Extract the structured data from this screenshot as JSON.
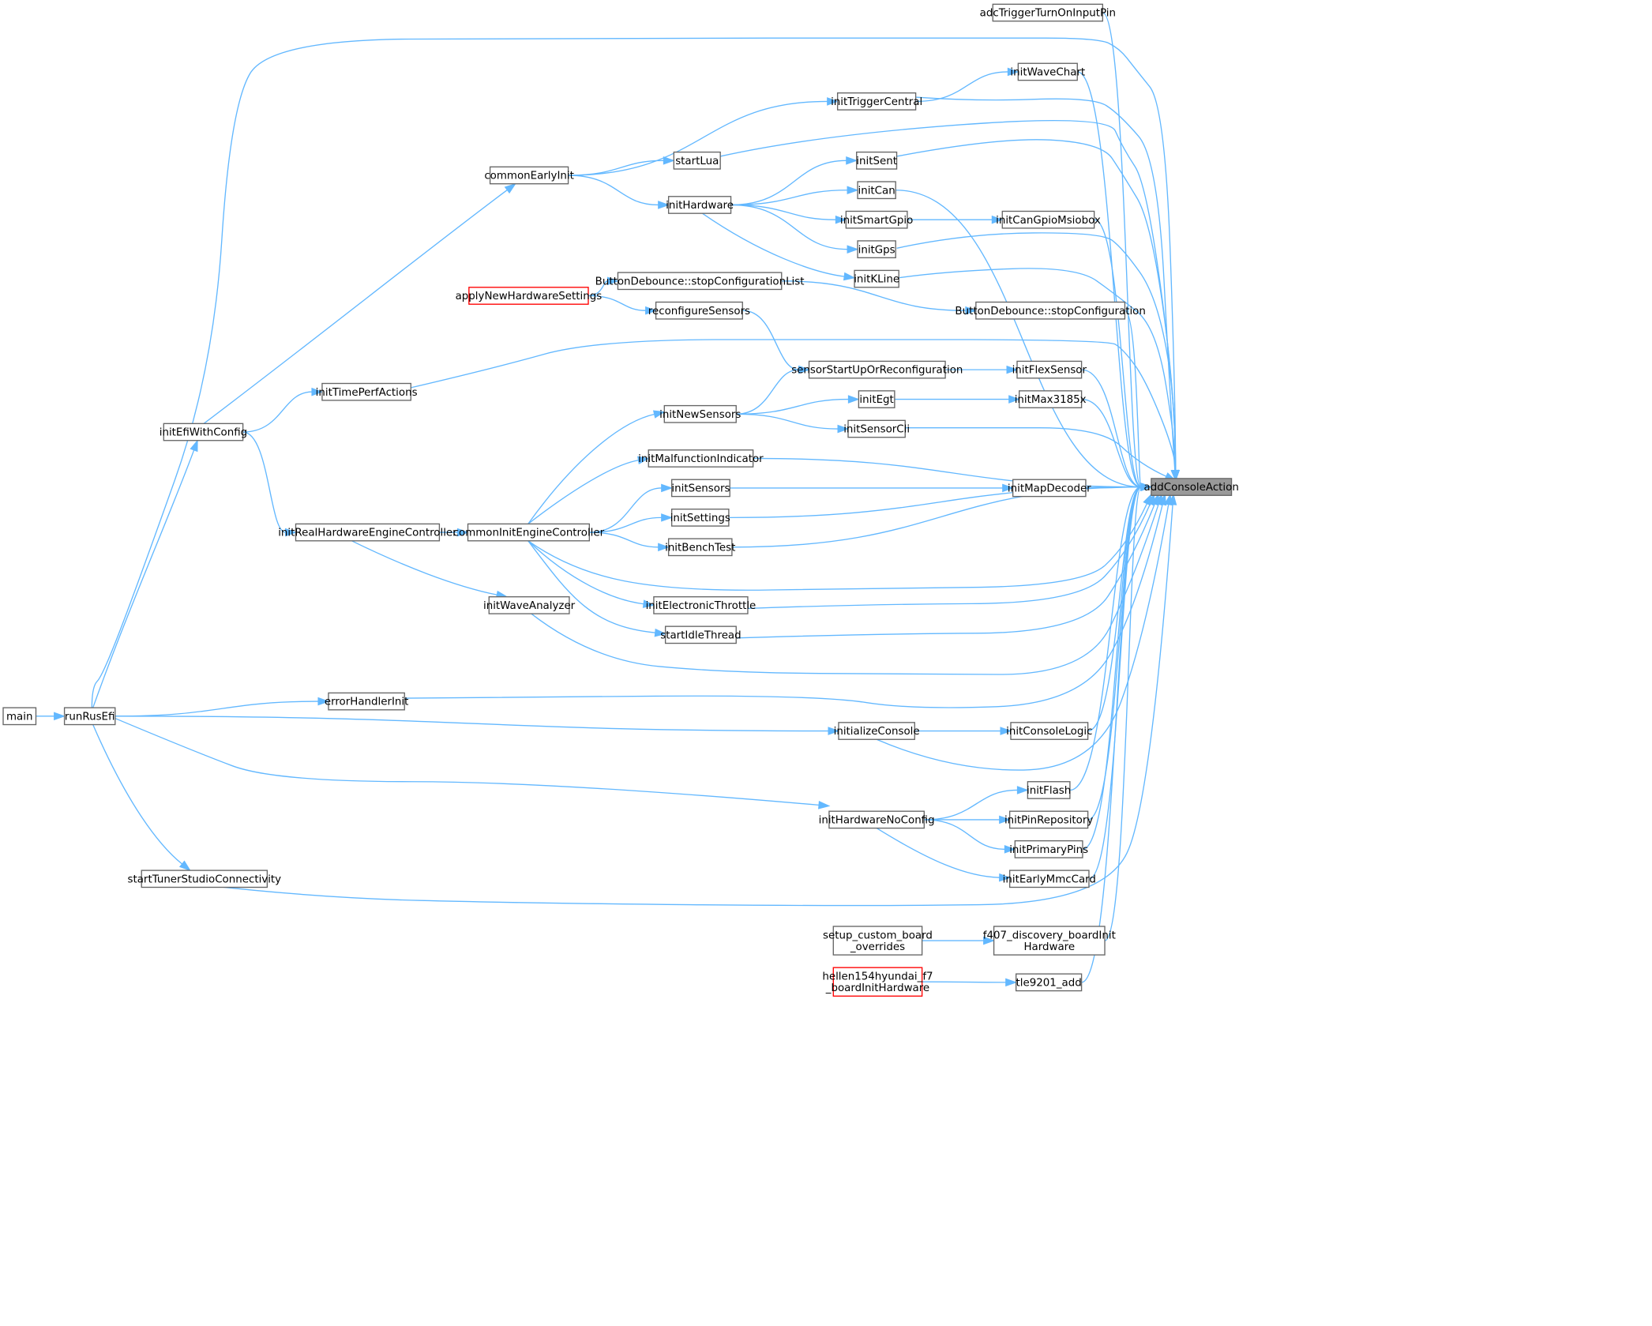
{
  "graph": {
    "target": "addConsoleAction",
    "nodes": [
      {
        "id": "addConsoleAction",
        "lines": [
          "addConsoleAction"
        ],
        "style": "target"
      },
      {
        "id": "adcTriggerTurnOnInputPin",
        "lines": [
          "adcTriggerTurnOnInputPin"
        ]
      },
      {
        "id": "initWaveChart",
        "lines": [
          "initWaveChart"
        ]
      },
      {
        "id": "initTriggerCentral",
        "lines": [
          "initTriggerCentral"
        ]
      },
      {
        "id": "startLua",
        "lines": [
          "startLua"
        ]
      },
      {
        "id": "commonEarlyInit",
        "lines": [
          "commonEarlyInit"
        ]
      },
      {
        "id": "initSent",
        "lines": [
          "initSent"
        ]
      },
      {
        "id": "initCan",
        "lines": [
          "initCan"
        ]
      },
      {
        "id": "initHardware",
        "lines": [
          "initHardware"
        ]
      },
      {
        "id": "initSmartGpio",
        "lines": [
          "initSmartGpio"
        ]
      },
      {
        "id": "initCanGpioMsiobox",
        "lines": [
          "initCanGpioMsiobox"
        ]
      },
      {
        "id": "initGps",
        "lines": [
          "initGps"
        ]
      },
      {
        "id": "initKLine",
        "lines": [
          "initKLine"
        ]
      },
      {
        "id": "stopConfigurationList",
        "lines": [
          "ButtonDebounce::stopConfigurationList"
        ]
      },
      {
        "id": "applyNewHardwareSettings",
        "lines": [
          "applyNewHardwareSettings"
        ],
        "style": "red"
      },
      {
        "id": "stopConfiguration",
        "lines": [
          "ButtonDebounce::stopConfiguration"
        ]
      },
      {
        "id": "reconfigureSensors",
        "lines": [
          "reconfigureSensors"
        ]
      },
      {
        "id": "sensorStartUpOrReconfiguration",
        "lines": [
          "sensorStartUpOrReconfiguration"
        ]
      },
      {
        "id": "initFlexSensor",
        "lines": [
          "initFlexSensor"
        ]
      },
      {
        "id": "initTimePerfActions",
        "lines": [
          "initTimePerfActions"
        ]
      },
      {
        "id": "initEgt",
        "lines": [
          "initEgt"
        ]
      },
      {
        "id": "initMax3185x",
        "lines": [
          "initMax3185x"
        ]
      },
      {
        "id": "initNewSensors",
        "lines": [
          "initNewSensors"
        ]
      },
      {
        "id": "initEfiWithConfig",
        "lines": [
          "initEfiWithConfig"
        ]
      },
      {
        "id": "initSensorCli",
        "lines": [
          "initSensorCli"
        ]
      },
      {
        "id": "initMalfunctionIndicator",
        "lines": [
          "initMalfunctionIndicator"
        ]
      },
      {
        "id": "initSensors",
        "lines": [
          "initSensors"
        ]
      },
      {
        "id": "initMapDecoder",
        "lines": [
          "initMapDecoder"
        ]
      },
      {
        "id": "initSettings",
        "lines": [
          "initSettings"
        ]
      },
      {
        "id": "initRealHardwareEngineController",
        "lines": [
          "initRealHardwareEngineController"
        ]
      },
      {
        "id": "commonInitEngineController",
        "lines": [
          "commonInitEngineController"
        ]
      },
      {
        "id": "initBenchTest",
        "lines": [
          "initBenchTest"
        ]
      },
      {
        "id": "initWaveAnalyzer",
        "lines": [
          "initWaveAnalyzer"
        ]
      },
      {
        "id": "initElectronicThrottle",
        "lines": [
          "initElectronicThrottle"
        ]
      },
      {
        "id": "startIdleThread",
        "lines": [
          "startIdleThread"
        ]
      },
      {
        "id": "errorHandlerInit",
        "lines": [
          "errorHandlerInit"
        ]
      },
      {
        "id": "main",
        "lines": [
          "main"
        ]
      },
      {
        "id": "runRusEfi",
        "lines": [
          "runRusEfi"
        ]
      },
      {
        "id": "initializeConsole",
        "lines": [
          "initializeConsole"
        ]
      },
      {
        "id": "initConsoleLogic",
        "lines": [
          "initConsoleLogic"
        ]
      },
      {
        "id": "initFlash",
        "lines": [
          "initFlash"
        ]
      },
      {
        "id": "initHardwareNoConfig",
        "lines": [
          "initHardwareNoConfig"
        ]
      },
      {
        "id": "initPinRepository",
        "lines": [
          "initPinRepository"
        ]
      },
      {
        "id": "initPrimaryPins",
        "lines": [
          "initPrimaryPins"
        ]
      },
      {
        "id": "initEarlyMmcCard",
        "lines": [
          "initEarlyMmcCard"
        ]
      },
      {
        "id": "startTunerStudioConnectivity",
        "lines": [
          "startTunerStudioConnectivity"
        ]
      },
      {
        "id": "setup_custom_board_overrides",
        "lines": [
          "setup_custom_board",
          "_overrides"
        ]
      },
      {
        "id": "f407_discovery_boardInitHardware",
        "lines": [
          "f407_discovery_boardInit",
          "Hardware"
        ]
      },
      {
        "id": "hellen154hyundai_f7_boardInitHardware",
        "lines": [
          "hellen154hyundai_f7",
          "_boardInitHardware"
        ],
        "style": "red"
      },
      {
        "id": "tle9201_add",
        "lines": [
          "tle9201_add"
        ]
      }
    ],
    "edges": [
      {
        "from": "adcTriggerTurnOnInputPin",
        "to": "addConsoleAction"
      },
      {
        "from": "runRusEfi",
        "to": "addConsoleAction"
      },
      {
        "from": "initWaveChart",
        "to": "addConsoleAction"
      },
      {
        "from": "initTriggerCentral",
        "to": "initWaveChart"
      },
      {
        "from": "initTriggerCentral",
        "to": "addConsoleAction"
      },
      {
        "from": "commonEarlyInit",
        "to": "initTriggerCentral"
      },
      {
        "from": "startLua",
        "to": "addConsoleAction"
      },
      {
        "from": "commonEarlyInit",
        "to": "startLua"
      },
      {
        "from": "initSent",
        "to": "addConsoleAction"
      },
      {
        "from": "initHardware",
        "to": "initSent"
      },
      {
        "from": "commonEarlyInit",
        "to": "initHardware"
      },
      {
        "from": "initCan",
        "to": "addConsoleAction"
      },
      {
        "from": "initHardware",
        "to": "initCan"
      },
      {
        "from": "initCanGpioMsiobox",
        "to": "addConsoleAction"
      },
      {
        "from": "initSmartGpio",
        "to": "initCanGpioMsiobox"
      },
      {
        "from": "initHardware",
        "to": "initSmartGpio"
      },
      {
        "from": "initGps",
        "to": "addConsoleAction"
      },
      {
        "from": "initHardware",
        "to": "initGps"
      },
      {
        "from": "initKLine",
        "to": "addConsoleAction"
      },
      {
        "from": "initHardware",
        "to": "initKLine"
      },
      {
        "from": "stopConfiguration",
        "to": "addConsoleAction"
      },
      {
        "from": "stopConfigurationList",
        "to": "stopConfiguration"
      },
      {
        "from": "applyNewHardwareSettings",
        "to": "stopConfigurationList"
      },
      {
        "from": "applyNewHardwareSettings",
        "to": "reconfigureSensors"
      },
      {
        "from": "reconfigureSensors",
        "to": "sensorStartUpOrReconfiguration"
      },
      {
        "from": "initTimePerfActions",
        "to": "addConsoleAction"
      },
      {
        "from": "initFlexSensor",
        "to": "addConsoleAction"
      },
      {
        "from": "sensorStartUpOrReconfiguration",
        "to": "initFlexSensor"
      },
      {
        "from": "initNewSensors",
        "to": "sensorStartUpOrReconfiguration"
      },
      {
        "from": "initMax3185x",
        "to": "addConsoleAction"
      },
      {
        "from": "initEgt",
        "to": "initMax3185x"
      },
      {
        "from": "initNewSensors",
        "to": "initEgt"
      },
      {
        "from": "initSensorCli",
        "to": "addConsoleAction"
      },
      {
        "from": "initNewSensors",
        "to": "initSensorCli"
      },
      {
        "from": "commonInitEngineController",
        "to": "initNewSensors"
      },
      {
        "from": "initEfiWithConfig",
        "to": "initTimePerfActions"
      },
      {
        "from": "initEfiWithConfig",
        "to": "commonEarlyInit"
      },
      {
        "from": "initMalfunctionIndicator",
        "to": "addConsoleAction"
      },
      {
        "from": "commonInitEngineController",
        "to": "initMalfunctionIndicator"
      },
      {
        "from": "initMapDecoder",
        "to": "addConsoleAction"
      },
      {
        "from": "initSensors",
        "to": "initMapDecoder"
      },
      {
        "from": "commonInitEngineController",
        "to": "initSensors"
      },
      {
        "from": "initSettings",
        "to": "addConsoleAction"
      },
      {
        "from": "commonInitEngineController",
        "to": "initSettings"
      },
      {
        "from": "initBenchTest",
        "to": "addConsoleAction"
      },
      {
        "from": "commonInitEngineController",
        "to": "initBenchTest"
      },
      {
        "from": "commonInitEngineController",
        "to": "addConsoleAction"
      },
      {
        "from": "initRealHardwareEngineController",
        "to": "commonInitEngineController"
      },
      {
        "from": "initEfiWithConfig",
        "to": "initRealHardwareEngineController"
      },
      {
        "from": "initElectronicThrottle",
        "to": "addConsoleAction"
      },
      {
        "from": "commonInitEngineController",
        "to": "initElectronicThrottle"
      },
      {
        "from": "startIdleThread",
        "to": "addConsoleAction"
      },
      {
        "from": "commonInitEngineController",
        "to": "startIdleThread"
      },
      {
        "from": "initWaveAnalyzer",
        "to": "addConsoleAction"
      },
      {
        "from": "initRealHardwareEngineController",
        "to": "initWaveAnalyzer"
      },
      {
        "from": "runRusEfi",
        "to": "initEfiWithConfig"
      },
      {
        "from": "errorHandlerInit",
        "to": "addConsoleAction"
      },
      {
        "from": "runRusEfi",
        "to": "errorHandlerInit"
      },
      {
        "from": "main",
        "to": "runRusEfi"
      },
      {
        "from": "initConsoleLogic",
        "to": "addConsoleAction"
      },
      {
        "from": "initializeConsole",
        "to": "initConsoleLogic"
      },
      {
        "from": "initializeConsole",
        "to": "addConsoleAction"
      },
      {
        "from": "runRusEfi",
        "to": "initializeConsole"
      },
      {
        "from": "initFlash",
        "to": "addConsoleAction"
      },
      {
        "from": "initHardwareNoConfig",
        "to": "initFlash"
      },
      {
        "from": "runRusEfi",
        "to": "initHardwareNoConfig"
      },
      {
        "from": "initPinRepository",
        "to": "addConsoleAction"
      },
      {
        "from": "initHardwareNoConfig",
        "to": "initPinRepository"
      },
      {
        "from": "initPrimaryPins",
        "to": "addConsoleAction"
      },
      {
        "from": "initHardwareNoConfig",
        "to": "initPrimaryPins"
      },
      {
        "from": "initEarlyMmcCard",
        "to": "addConsoleAction"
      },
      {
        "from": "initHardwareNoConfig",
        "to": "initEarlyMmcCard"
      },
      {
        "from": "startTunerStudioConnectivity",
        "to": "addConsoleAction"
      },
      {
        "from": "runRusEfi",
        "to": "startTunerStudioConnectivity"
      },
      {
        "from": "f407_discovery_boardInitHardware",
        "to": "addConsoleAction"
      },
      {
        "from": "setup_custom_board_overrides",
        "to": "f407_discovery_boardInitHardware"
      },
      {
        "from": "tle9201_add",
        "to": "addConsoleAction"
      },
      {
        "from": "hellen154hyundai_f7_boardInitHardware",
        "to": "tle9201_add"
      }
    ],
    "colors": {
      "edge": "#63b8ff",
      "node_border": "#666666",
      "target_fill": "#999999",
      "incomplete_border": "#ff0000"
    }
  }
}
